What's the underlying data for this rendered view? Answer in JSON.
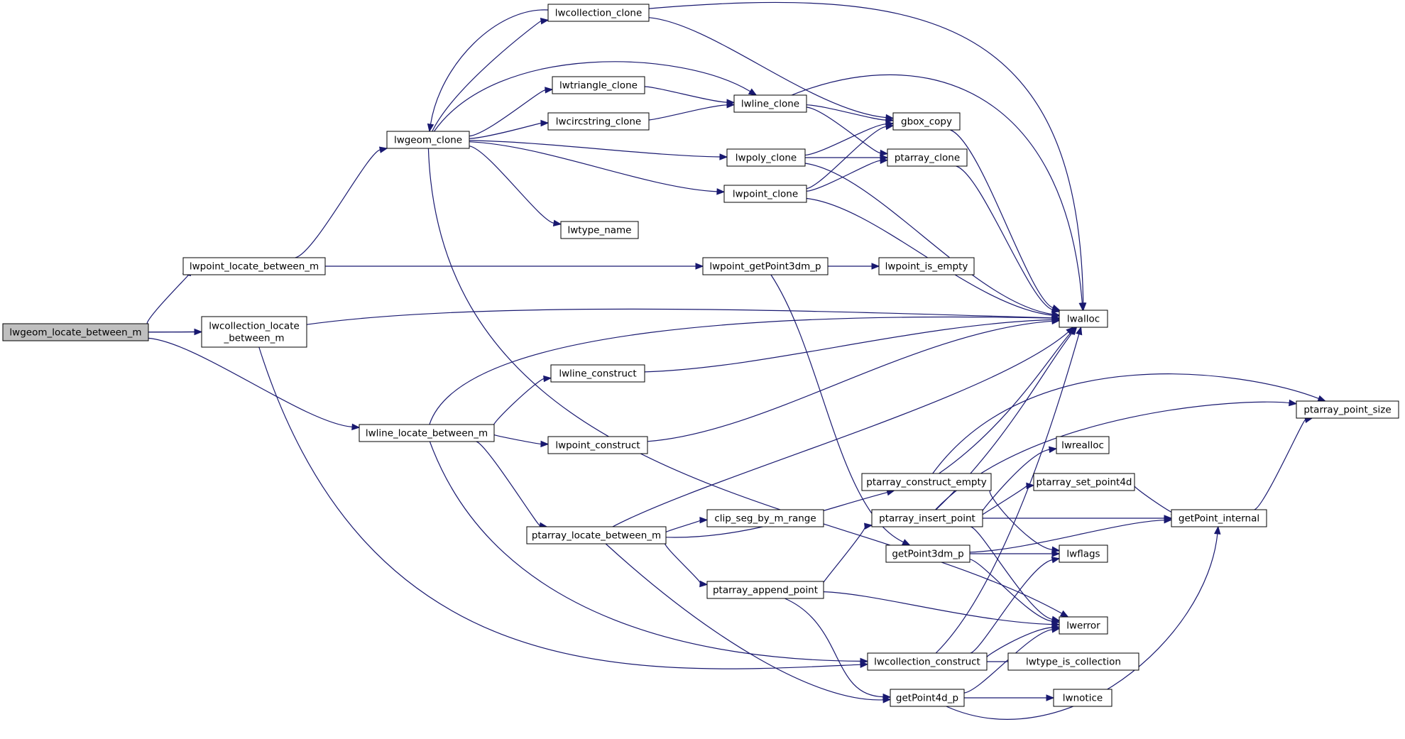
{
  "colors": {
    "edge": "#191970",
    "node_fill": "#ffffff",
    "root_fill": "#bfbfbf",
    "node_stroke": "#000000"
  },
  "graph": {
    "root": "lwgeom_locate_between_m",
    "nodes": [
      {
        "id": "lwgeom_locate_between_m",
        "lines": [
          "lwgeom_locate_between_m"
        ]
      },
      {
        "id": "lwpoint_locate_between_m",
        "lines": [
          "lwpoint_locate_between_m"
        ]
      },
      {
        "id": "lwcollection_locate_between_m",
        "lines": [
          "lwcollection_locate",
          "_between_m"
        ]
      },
      {
        "id": "lwline_locate_between_m",
        "lines": [
          "lwline_locate_between_m"
        ]
      },
      {
        "id": "lwgeom_clone",
        "lines": [
          "lwgeom_clone"
        ]
      },
      {
        "id": "lwcollection_clone",
        "lines": [
          "lwcollection_clone"
        ]
      },
      {
        "id": "lwtriangle_clone",
        "lines": [
          "lwtriangle_clone"
        ]
      },
      {
        "id": "lwcircstring_clone",
        "lines": [
          "lwcircstring_clone"
        ]
      },
      {
        "id": "lwtype_name",
        "lines": [
          "lwtype_name"
        ]
      },
      {
        "id": "lwline_clone",
        "lines": [
          "lwline_clone"
        ]
      },
      {
        "id": "lwpoly_clone",
        "lines": [
          "lwpoly_clone"
        ]
      },
      {
        "id": "lwpoint_clone",
        "lines": [
          "lwpoint_clone"
        ]
      },
      {
        "id": "lwpoint_getPoint3dm_p",
        "lines": [
          "lwpoint_getPoint3dm_p"
        ]
      },
      {
        "id": "lwline_construct",
        "lines": [
          "lwline_construct"
        ]
      },
      {
        "id": "lwpoint_construct",
        "lines": [
          "lwpoint_construct"
        ]
      },
      {
        "id": "ptarray_locate_between_m",
        "lines": [
          "ptarray_locate_between_m"
        ]
      },
      {
        "id": "clip_seg_by_m_range",
        "lines": [
          "clip_seg_by_m_range"
        ]
      },
      {
        "id": "ptarray_append_point",
        "lines": [
          "ptarray_append_point"
        ]
      },
      {
        "id": "gbox_copy",
        "lines": [
          "gbox_copy"
        ]
      },
      {
        "id": "ptarray_clone",
        "lines": [
          "ptarray_clone"
        ]
      },
      {
        "id": "lwpoint_is_empty",
        "lines": [
          "lwpoint_is_empty"
        ]
      },
      {
        "id": "ptarray_construct_empty",
        "lines": [
          "ptarray_construct_empty"
        ]
      },
      {
        "id": "ptarray_insert_point",
        "lines": [
          "ptarray_insert_point"
        ]
      },
      {
        "id": "getPoint3dm_p",
        "lines": [
          "getPoint3dm_p"
        ]
      },
      {
        "id": "lwcollection_construct",
        "lines": [
          "lwcollection_construct"
        ]
      },
      {
        "id": "getPoint4d_p",
        "lines": [
          "getPoint4d_p"
        ]
      },
      {
        "id": "lwalloc",
        "lines": [
          "lwalloc"
        ]
      },
      {
        "id": "lwrealloc",
        "lines": [
          "lwrealloc"
        ]
      },
      {
        "id": "ptarray_set_point4d",
        "lines": [
          "ptarray_set_point4d"
        ]
      },
      {
        "id": "lwflags",
        "lines": [
          "lwflags"
        ]
      },
      {
        "id": "lwerror",
        "lines": [
          "lwerror"
        ]
      },
      {
        "id": "lwtype_is_collection",
        "lines": [
          "lwtype_is_collection"
        ]
      },
      {
        "id": "lwnotice",
        "lines": [
          "lwnotice"
        ]
      },
      {
        "id": "getPoint_internal",
        "lines": [
          "getPoint_internal"
        ]
      },
      {
        "id": "ptarray_point_size",
        "lines": [
          "ptarray_point_size"
        ]
      }
    ],
    "edges": [
      {
        "from": "lwgeom_locate_between_m",
        "to": "lwpoint_locate_between_m"
      },
      {
        "from": "lwgeom_locate_between_m",
        "to": "lwcollection_locate_between_m"
      },
      {
        "from": "lwgeom_locate_between_m",
        "to": "lwline_locate_between_m"
      },
      {
        "from": "lwcollection_locate_between_m",
        "to": "lwgeom_locate_between_m"
      },
      {
        "from": "lwcollection_locate_between_m",
        "to": "lwalloc"
      },
      {
        "from": "lwcollection_locate_between_m",
        "to": "lwcollection_construct"
      },
      {
        "from": "lwpoint_locate_between_m",
        "to": "lwgeom_clone"
      },
      {
        "from": "lwpoint_locate_between_m",
        "to": "lwpoint_getPoint3dm_p"
      },
      {
        "from": "lwgeom_clone",
        "to": "lwcollection_clone"
      },
      {
        "from": "lwgeom_clone",
        "to": "lwline_clone"
      },
      {
        "from": "lwgeom_clone",
        "to": "lwtriangle_clone"
      },
      {
        "from": "lwgeom_clone",
        "to": "lwcircstring_clone"
      },
      {
        "from": "lwgeom_clone",
        "to": "lwpoly_clone"
      },
      {
        "from": "lwgeom_clone",
        "to": "lwpoint_clone"
      },
      {
        "from": "lwgeom_clone",
        "to": "lwtype_name"
      },
      {
        "from": "lwgeom_clone",
        "to": "lwerror"
      },
      {
        "from": "lwcollection_clone",
        "to": "lwgeom_clone"
      },
      {
        "from": "lwcollection_clone",
        "to": "lwalloc"
      },
      {
        "from": "lwcollection_clone",
        "to": "gbox_copy"
      },
      {
        "from": "lwtriangle_clone",
        "to": "lwline_clone"
      },
      {
        "from": "lwcircstring_clone",
        "to": "lwline_clone"
      },
      {
        "from": "lwline_clone",
        "to": "lwalloc"
      },
      {
        "from": "lwline_clone",
        "to": "gbox_copy"
      },
      {
        "from": "lwline_clone",
        "to": "ptarray_clone"
      },
      {
        "from": "lwpoly_clone",
        "to": "gbox_copy"
      },
      {
        "from": "lwpoly_clone",
        "to": "ptarray_clone"
      },
      {
        "from": "lwpoly_clone",
        "to": "lwalloc"
      },
      {
        "from": "lwpoint_clone",
        "to": "gbox_copy"
      },
      {
        "from": "lwpoint_clone",
        "to": "ptarray_clone"
      },
      {
        "from": "lwpoint_clone",
        "to": "lwalloc"
      },
      {
        "from": "gbox_copy",
        "to": "lwalloc"
      },
      {
        "from": "ptarray_clone",
        "to": "lwalloc"
      },
      {
        "from": "lwpoint_getPoint3dm_p",
        "to": "lwpoint_is_empty"
      },
      {
        "from": "lwpoint_getPoint3dm_p",
        "to": "getPoint3dm_p"
      },
      {
        "from": "lwline_locate_between_m",
        "to": "lwalloc"
      },
      {
        "from": "lwline_locate_between_m",
        "to": "lwline_construct"
      },
      {
        "from": "lwline_locate_between_m",
        "to": "lwpoint_construct"
      },
      {
        "from": "lwline_locate_between_m",
        "to": "ptarray_locate_between_m"
      },
      {
        "from": "lwline_locate_between_m",
        "to": "lwcollection_construct"
      },
      {
        "from": "lwline_construct",
        "to": "lwalloc"
      },
      {
        "from": "lwpoint_construct",
        "to": "lwalloc"
      },
      {
        "from": "ptarray_locate_between_m",
        "to": "lwalloc"
      },
      {
        "from": "ptarray_locate_between_m",
        "to": "ptarray_construct_empty"
      },
      {
        "from": "ptarray_locate_between_m",
        "to": "clip_seg_by_m_range"
      },
      {
        "from": "ptarray_locate_between_m",
        "to": "ptarray_append_point"
      },
      {
        "from": "ptarray_locate_between_m",
        "to": "getPoint4d_p"
      },
      {
        "from": "ptarray_append_point",
        "to": "ptarray_insert_point"
      },
      {
        "from": "ptarray_append_point",
        "to": "lwerror"
      },
      {
        "from": "ptarray_append_point",
        "to": "getPoint4d_p"
      },
      {
        "from": "ptarray_construct_empty",
        "to": "lwalloc"
      },
      {
        "from": "ptarray_construct_empty",
        "to": "ptarray_point_size"
      },
      {
        "from": "ptarray_construct_empty",
        "to": "lwflags"
      },
      {
        "from": "ptarray_insert_point",
        "to": "lwalloc"
      },
      {
        "from": "ptarray_insert_point",
        "to": "ptarray_point_size"
      },
      {
        "from": "ptarray_insert_point",
        "to": "lwrealloc"
      },
      {
        "from": "ptarray_insert_point",
        "to": "ptarray_set_point4d"
      },
      {
        "from": "ptarray_insert_point",
        "to": "getPoint_internal"
      },
      {
        "from": "ptarray_insert_point",
        "to": "lwerror"
      },
      {
        "from": "getPoint3dm_p",
        "to": "lwerror"
      },
      {
        "from": "getPoint3dm_p",
        "to": "lwflags"
      },
      {
        "from": "getPoint3dm_p",
        "to": "getPoint_internal"
      },
      {
        "from": "lwcollection_construct",
        "to": "lwalloc"
      },
      {
        "from": "lwcollection_construct",
        "to": "lwflags"
      },
      {
        "from": "lwcollection_construct",
        "to": "lwerror"
      },
      {
        "from": "lwcollection_construct",
        "to": "lwtype_is_collection"
      },
      {
        "from": "getPoint4d_p",
        "to": "lwerror"
      },
      {
        "from": "getPoint4d_p",
        "to": "lwnotice"
      },
      {
        "from": "getPoint4d_p",
        "to": "getPoint_internal"
      },
      {
        "from": "ptarray_set_point4d",
        "to": "getPoint_internal"
      },
      {
        "from": "getPoint_internal",
        "to": "ptarray_point_size"
      }
    ]
  }
}
